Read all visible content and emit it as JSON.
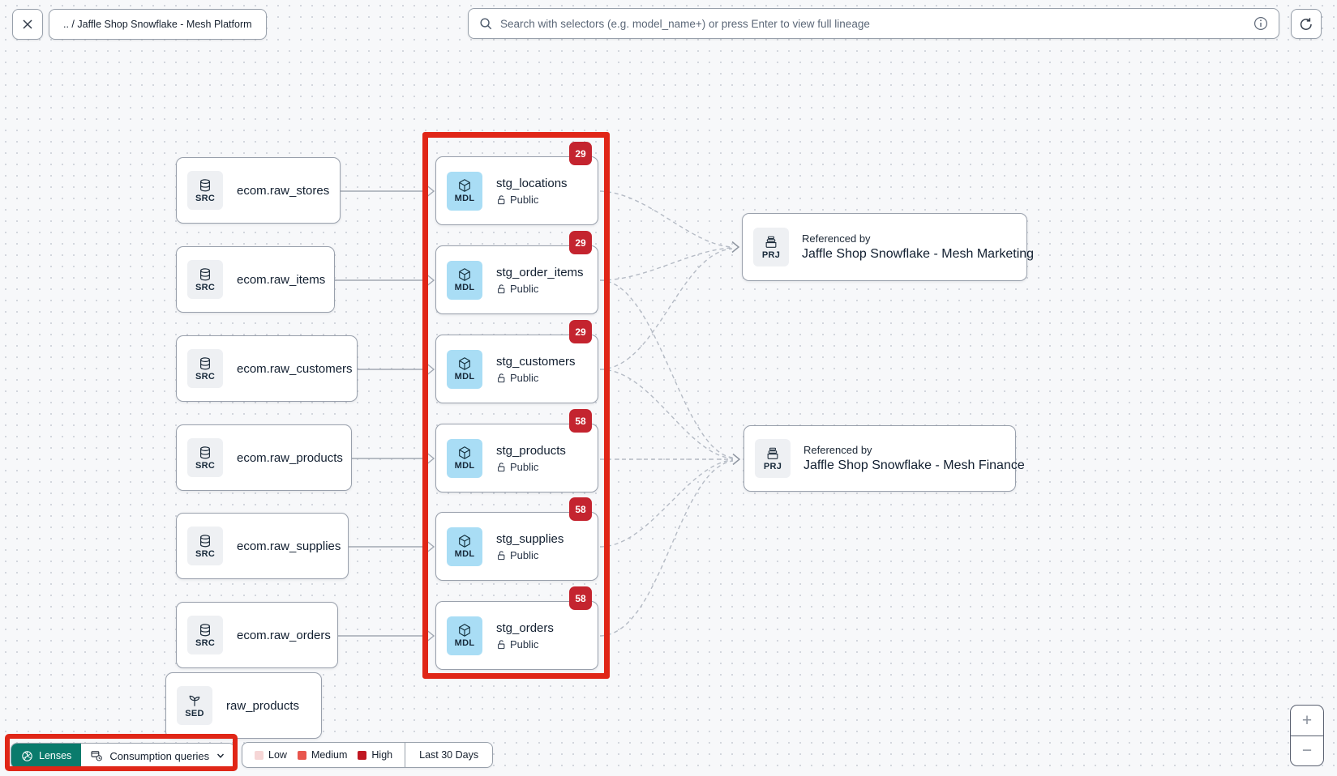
{
  "topbar": {
    "close_label": "close",
    "breadcrumb": ".. /  Jaffle Shop Snowflake - Mesh Platform",
    "search_placeholder": "Search with selectors (e.g. model_name+) or press Enter to view full lineage"
  },
  "nodes": {
    "sources": [
      {
        "kind": "SRC",
        "label": "ecom.raw_stores"
      },
      {
        "kind": "SRC",
        "label": "ecom.raw_items"
      },
      {
        "kind": "SRC",
        "label": "ecom.raw_customers"
      },
      {
        "kind": "SRC",
        "label": "ecom.raw_products"
      },
      {
        "kind": "SRC",
        "label": "ecom.raw_supplies"
      },
      {
        "kind": "SRC",
        "label": "ecom.raw_orders"
      }
    ],
    "seed": {
      "kind": "SED",
      "label": "raw_products"
    },
    "models": [
      {
        "kind": "MDL",
        "label": "stg_locations",
        "badge": "29",
        "access": "Public"
      },
      {
        "kind": "MDL",
        "label": "stg_order_items",
        "badge": "29",
        "access": "Public"
      },
      {
        "kind": "MDL",
        "label": "stg_customers",
        "badge": "29",
        "access": "Public"
      },
      {
        "kind": "MDL",
        "label": "stg_products",
        "badge": "58",
        "access": "Public"
      },
      {
        "kind": "MDL",
        "label": "stg_supplies",
        "badge": "58",
        "access": "Public"
      },
      {
        "kind": "MDL",
        "label": "stg_orders",
        "badge": "58",
        "access": "Public"
      }
    ],
    "projects": [
      {
        "kind": "PRJ",
        "eyebrow": "Referenced by",
        "label": "Jaffle Shop Snowflake - Mesh Marketing"
      },
      {
        "kind": "PRJ",
        "eyebrow": "Referenced by",
        "label": "Jaffle Shop Snowflake - Mesh Finance"
      }
    ]
  },
  "footer": {
    "lenses_label": "Lenses",
    "lens_selected": "Consumption queries",
    "legend": [
      {
        "label": "Low",
        "color": "#f6d6d6"
      },
      {
        "label": "Medium",
        "color": "#e8564e"
      },
      {
        "label": "High",
        "color": "#c01722"
      }
    ],
    "timeframe": "Last 30 Days"
  },
  "zoom_controls": {
    "zoom_in": "+",
    "zoom_out": "−"
  },
  "colors": {
    "annotation_red": "#e02617",
    "badge_red": "#c4242f",
    "lenses_teal": "#0a7b6c",
    "model_icon_bg": "#a9ddf5",
    "canvas_bg": "#f7f8fa"
  }
}
